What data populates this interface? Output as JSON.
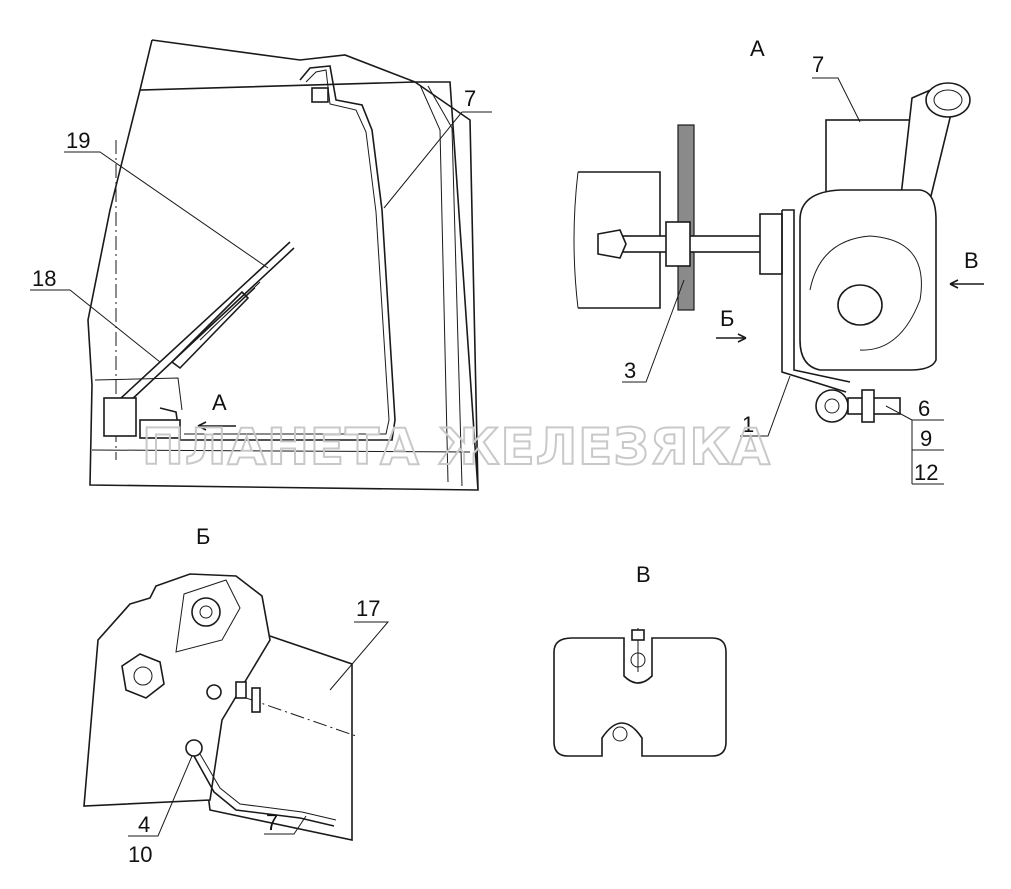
{
  "views": {
    "main_view_arrow": "А",
    "view_A_title": "А",
    "view_A_arrow_B": "Б",
    "view_A_arrow_V": "В",
    "view_B_title": "Б",
    "view_V_title": "В"
  },
  "callouts": {
    "main": [
      "19",
      "18",
      "7"
    ],
    "view_A": [
      "7",
      "3",
      "1",
      "6",
      "9",
      "12"
    ],
    "view_B": [
      "17",
      "4",
      "10",
      "7"
    ]
  },
  "watermark": "ПЛАНЕТА ЖЕЛЕЗЯКА"
}
